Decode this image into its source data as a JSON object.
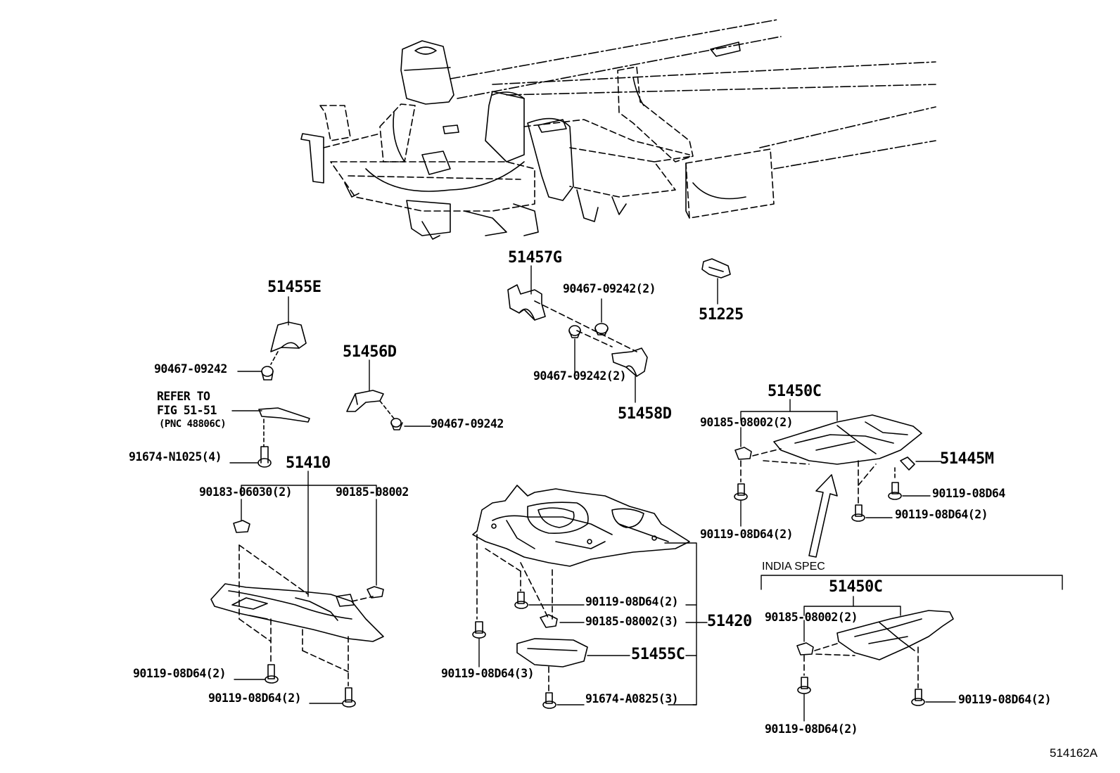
{
  "labels": {
    "p51457G": "51457G",
    "p90467_09242_2_top": "90467-09242(2)",
    "p51225": "51225",
    "p51455E": "51455E",
    "p90467_09242_left": "90467-09242",
    "p51456D": "51456D",
    "p90467_09242_2_mid": "90467-09242(2)",
    "p51458D": "51458D",
    "refer_line1": "REFER TO",
    "refer_line2": "FIG 51-51",
    "refer_line3": "(PNC 48806C)",
    "p90467_09242_right": "90467-09242",
    "p91674_N1025_4": "91674-N1025(4)",
    "p51410": "51410",
    "p90183_06030_2": "90183-06030(2)",
    "p90185_08002_left": "90185-08002",
    "p90119_08D64_2_a": "90119-08D64(2)",
    "p90119_08D64_2_b": "90119-08D64(2)",
    "p51450C_top": "51450C",
    "p90185_08002_2_top": "90185-08002(2)",
    "p51445M": "51445M",
    "p90119_08D64_single": "90119-08D64",
    "p90119_08D64_2_c": "90119-08D64(2)",
    "p90119_08D64_2_d": "90119-08D64(2)",
    "p90119_08D64_2_e": "90119-08D64(2)",
    "p90185_08002_3": "90185-08002(3)",
    "p51420": "51420",
    "p51455C": "51455C",
    "p90119_08D64_3": "90119-08D64(3)",
    "p91674_A0825_3": "91674-A0825(3)",
    "india_spec": "INDIA SPEC",
    "p51450C_india": "51450C",
    "p90185_08002_2_india": "90185-08002(2)",
    "p90119_08D64_2_india_r": "90119-08D64(2)",
    "p90119_08D64_2_india_b": "90119-08D64(2)",
    "diagram_id": "514162A"
  }
}
